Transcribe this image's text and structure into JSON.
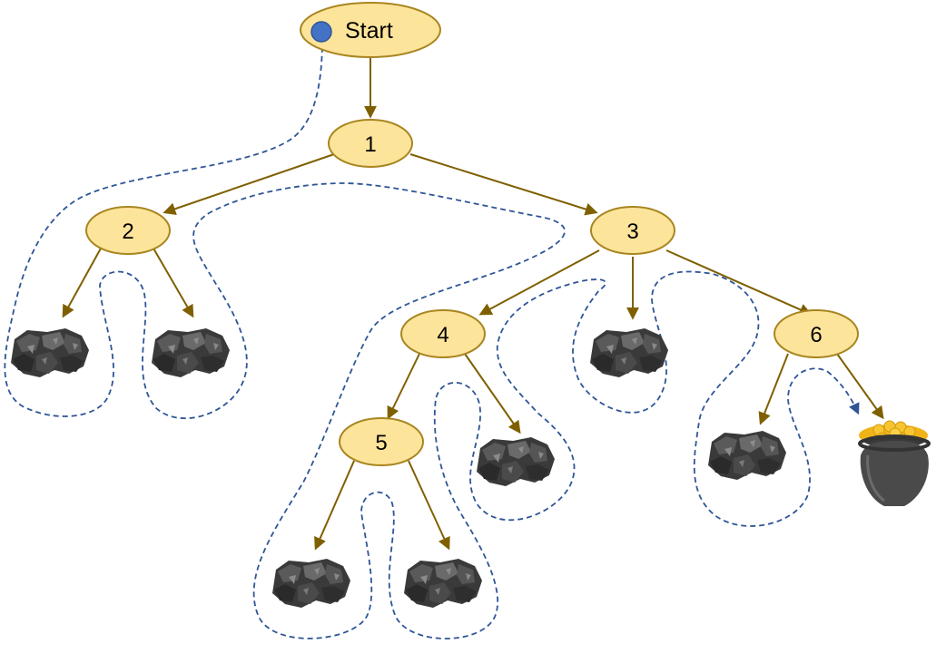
{
  "tree": {
    "nodes": [
      {
        "id": "start",
        "label": "Start"
      },
      {
        "id": "n1",
        "label": "1"
      },
      {
        "id": "n2",
        "label": "2"
      },
      {
        "id": "n3",
        "label": "3"
      },
      {
        "id": "n4",
        "label": "4"
      },
      {
        "id": "n5",
        "label": "5"
      },
      {
        "id": "n6",
        "label": "6"
      }
    ],
    "leaves": [
      {
        "id": "coal-2a",
        "kind": "coal-icon"
      },
      {
        "id": "coal-2b",
        "kind": "coal-icon"
      },
      {
        "id": "coal-5a",
        "kind": "coal-icon"
      },
      {
        "id": "coal-5b",
        "kind": "coal-icon"
      },
      {
        "id": "coal-4",
        "kind": "coal-icon"
      },
      {
        "id": "coal-3",
        "kind": "coal-icon"
      },
      {
        "id": "coal-6",
        "kind": "coal-icon"
      },
      {
        "id": "gold-pot",
        "kind": "pot-of-gold-icon"
      }
    ]
  },
  "colors": {
    "node_fill": "#fde49b",
    "node_stroke": "#a88520",
    "edge": "#7f6000",
    "search_path": "#2f5597",
    "start_marker": "#4472c4"
  }
}
